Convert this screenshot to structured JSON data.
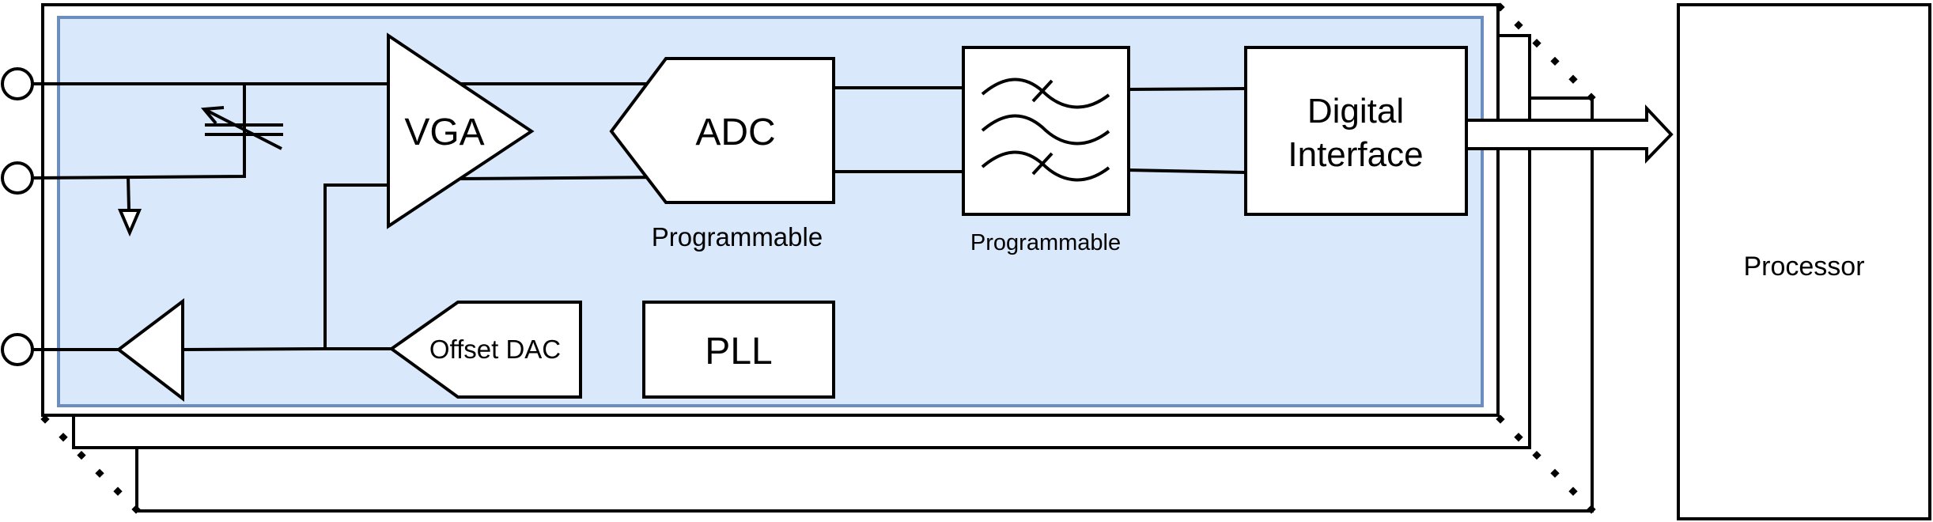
{
  "diagram": {
    "colors": {
      "chip_fill": "#dae8fc",
      "chip_border": "#6c8ebf",
      "line": "#000000",
      "block_fill": "#ffffff"
    },
    "blocks": {
      "vga": {
        "label": "VGA"
      },
      "adc": {
        "label": "ADC",
        "caption": "Programmable"
      },
      "filter": {
        "caption": "Programmable",
        "icon": "lowpass-filter-icon"
      },
      "digital_interface": {
        "line1": "Digital",
        "line2": "Interface"
      },
      "offset_dac": {
        "label": "Offset DAC"
      },
      "pll": {
        "label": "PLL"
      },
      "processor": {
        "label": "Processor"
      }
    },
    "ports": [
      {
        "name": "input-positive"
      },
      {
        "name": "input-negative"
      },
      {
        "name": "output-offset"
      }
    ],
    "components": {
      "variable_capacitor": "variable-capacitor-icon",
      "ground": "ground-icon",
      "buffer": "buffer-amplifier-icon",
      "data_bus_arrow": "bus-arrow-icon"
    },
    "channel_stack_count": 3
  }
}
